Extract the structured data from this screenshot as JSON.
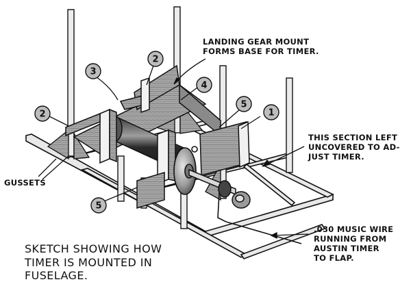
{
  "labels": {
    "landing_gear": "LANDING GEAR MOUNT\nFORMS BASE FOR TIMER.",
    "section_left": "THIS SECTION LEFT\nUNCOVERED TO AD-\nJUST TIMER.",
    "gussets": "GUSSETS",
    "music_wire": ".030 MUSIC WIRE\nRUNNING FROM\nAUSTIN TIMER\nTO FLAP.",
    "caption": "SKETCH SHOWING HOW\nTIMER IS MOUNTED IN\nFUSELAGE."
  },
  "part_numbers": [
    "1",
    "2",
    "2",
    "3",
    "4",
    "5",
    "5"
  ],
  "colors": {
    "ink": "#111111",
    "wood": "#9a9a9a",
    "wood_dark": "#5a5a5a",
    "callout_circle": "#bdbdbd"
  }
}
